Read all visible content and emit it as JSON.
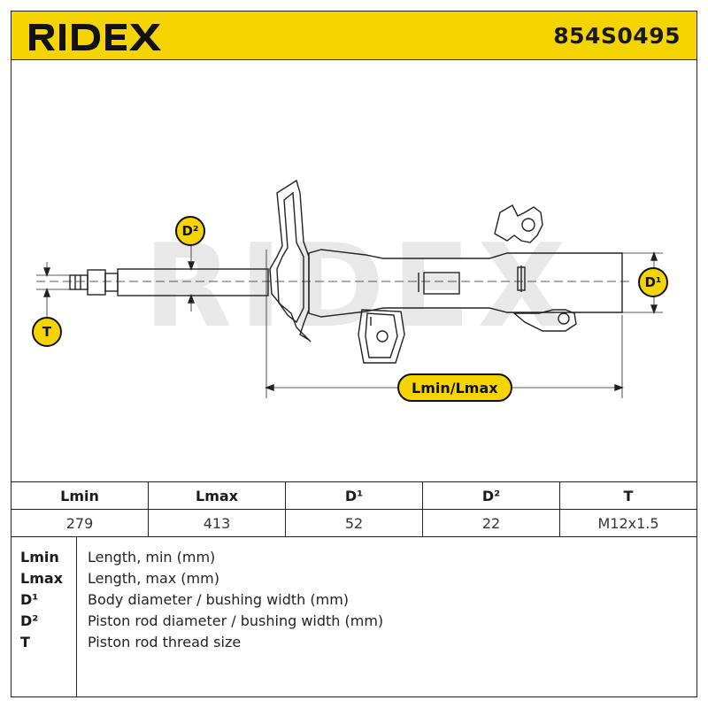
{
  "header": {
    "brand": "RIDEX",
    "part_number": "854S0495"
  },
  "colors": {
    "accent": "#f5d400",
    "line": "#222222",
    "watermark": "#e6e6e6"
  },
  "drawing": {
    "watermark": "RIDEX",
    "tags": {
      "d2": "D²",
      "t": "T",
      "d1": "D¹",
      "length": "Lmin/Lmax"
    }
  },
  "spec_table": {
    "columns": [
      "Lmin",
      "Lmax",
      "D¹",
      "D²",
      "T"
    ],
    "values": [
      "279",
      "413",
      "52",
      "22",
      "M12x1.5"
    ]
  },
  "legend": [
    {
      "term": "Lmin",
      "description": "Length, min (mm)"
    },
    {
      "term": "Lmax",
      "description": "Length, max (mm)"
    },
    {
      "term": "D¹",
      "description": "Body diameter / bushing width (mm)"
    },
    {
      "term": "D²",
      "description": "Piston rod diameter / bushing width (mm)"
    },
    {
      "term": "T",
      "description": "Piston rod thread size"
    }
  ]
}
